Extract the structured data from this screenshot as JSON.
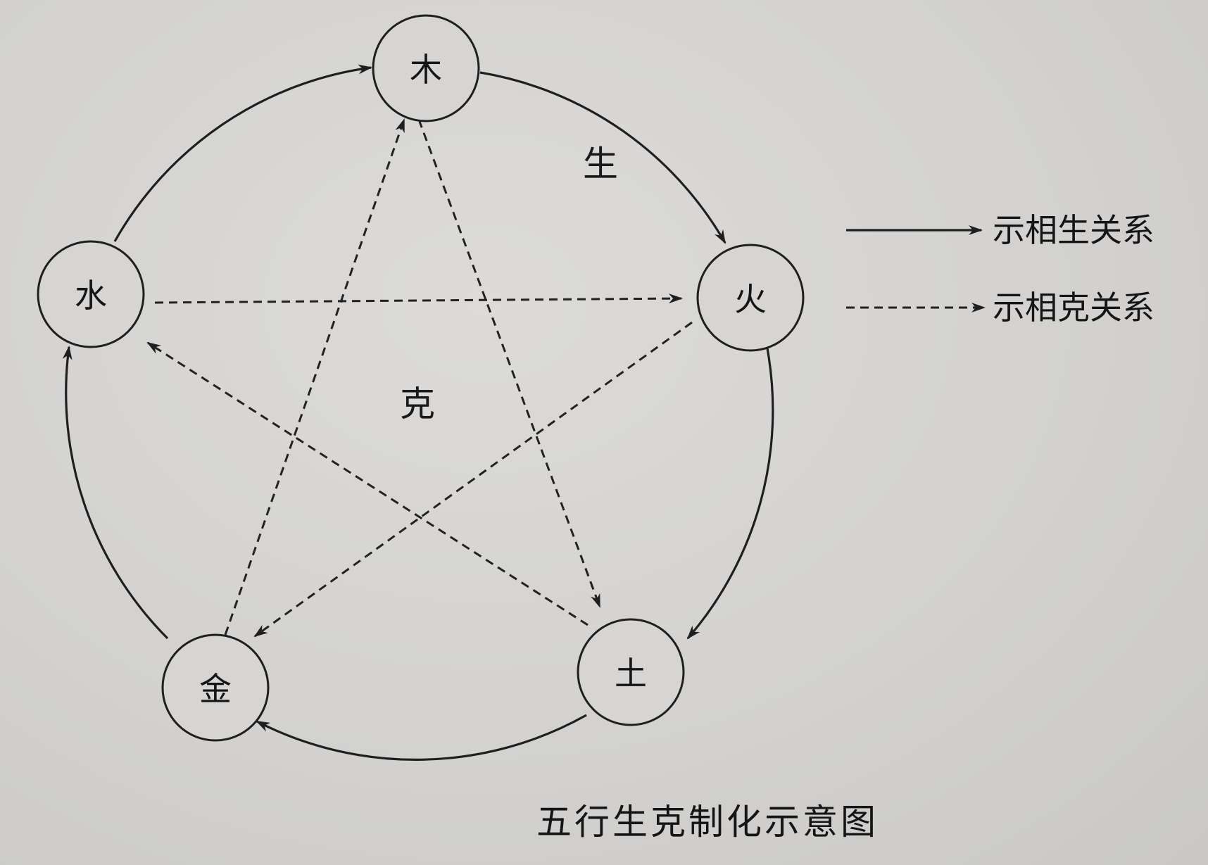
{
  "elements": {
    "wood": "木",
    "fire": "火",
    "earth": "土",
    "metal": "金",
    "water": "水"
  },
  "sheng_label": "生",
  "ke_label": "克",
  "legend": {
    "solid": "示相生关系",
    "dashed": "示相克关系"
  },
  "caption": "五行生克制化示意图",
  "relations": {
    "sheng": [
      [
        "wood",
        "fire"
      ],
      [
        "fire",
        "earth"
      ],
      [
        "earth",
        "metal"
      ],
      [
        "metal",
        "water"
      ],
      [
        "water",
        "wood"
      ]
    ],
    "ke": [
      [
        "wood",
        "earth"
      ],
      [
        "earth",
        "water"
      ],
      [
        "water",
        "fire"
      ],
      [
        "fire",
        "metal"
      ],
      [
        "metal",
        "wood"
      ]
    ]
  }
}
